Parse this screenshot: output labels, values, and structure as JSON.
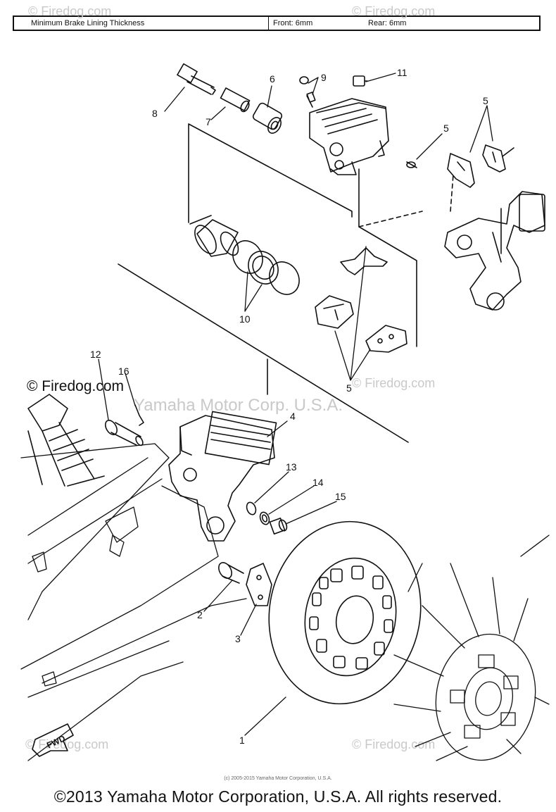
{
  "spec_header": {
    "label": "Minimum Brake Lining Thickness",
    "front": "Front: 6mm",
    "rear": "Rear: 6mm"
  },
  "callouts": {
    "c1": "1",
    "c2": "2",
    "c3": "3",
    "c4": "4",
    "c5a": "5",
    "c5b": "5",
    "c5c": "5",
    "c6": "6",
    "c7": "7",
    "c8": "8",
    "c9": "9",
    "c10": "10",
    "c11": "11",
    "c12": "12",
    "c13": "13",
    "c14": "14",
    "c15": "15",
    "c16": "16"
  },
  "fwd_label": "FWD",
  "watermarks": {
    "firedog_main": "© Firedog.com",
    "yamaha": "Yamaha Motor Corp. U.S.A.",
    "firedog_a": "© Firedog.com",
    "firedog_b": "© Firedog.com",
    "firedog_c": "© Firedog.com",
    "firedog_d": "© Firedog.com",
    "firedog_e": "© Firedog.com"
  },
  "small_copyright": "(c) 2005-2015 Yamaha Motor Corporation, U.S.A.",
  "copyright": "©2013 Yamaha Motor Corporation, U.S.A. All rights reserved."
}
